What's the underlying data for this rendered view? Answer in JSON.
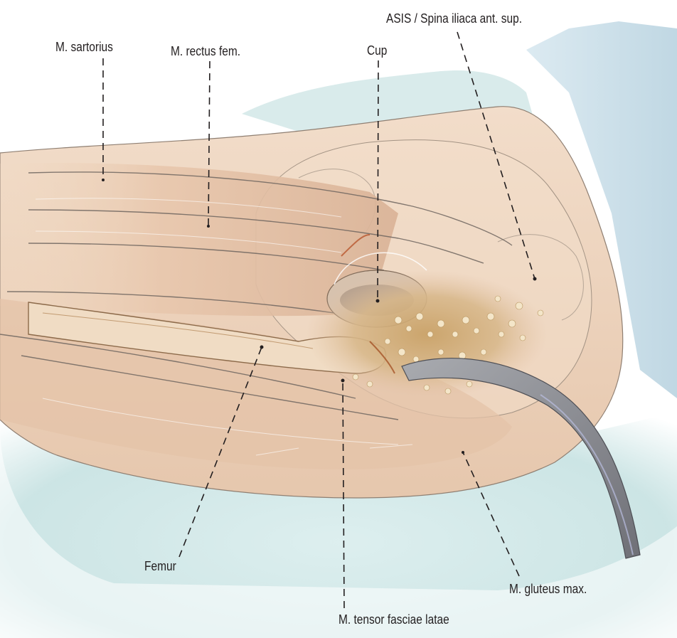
{
  "labels": {
    "sartorius": "M. sartorius",
    "rectus_femoris": "M. rectus fem.",
    "cup": "Cup",
    "asis": "ASIS / Spina iliaca ant. sup.",
    "femur": "Femur",
    "gluteus_max": "M. gluteus max.",
    "tensor_fasciae_latae": "M. tensor fasciae latae"
  },
  "colors": {
    "drape": "#cfe6e6",
    "skin": "#ecd3bd",
    "muscle": "#e2bfa6",
    "bone": "#f0dcc4",
    "bone_debris": "#d9b878",
    "retractor": "#8f9196",
    "leader_line": "#231f20"
  }
}
